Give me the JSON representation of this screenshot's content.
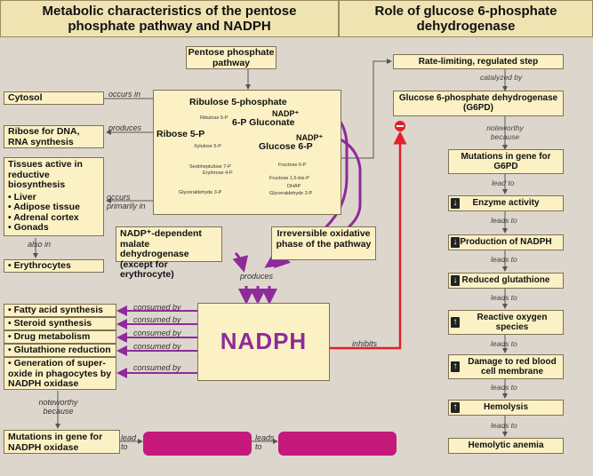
{
  "headers": {
    "left": "Metabolic characteristics of the pentose phosphate pathway and NADPH",
    "right": "Role of glucose 6-phosphate dehydrogenase"
  },
  "pathway_box": {
    "title": "Pentose phosphate pathway"
  },
  "center": {
    "ribulose": "Ribulose 5-phosphate",
    "nadp1": "NADP⁺",
    "gluconate": "6-P Gluconate",
    "nadp2": "NADP⁺",
    "glucose6p": "Glucose 6-P",
    "ribose5p": "Ribose 5-P",
    "small": [
      "Ribulose 5-P",
      "Xylulose 5-P",
      "Sedoheptulose 7-P",
      "Erythrose 4-P",
      "Glyceraldehyde 3-P",
      "Fructose 6-P",
      "Fructose 1,6-bis-P",
      "DHAP",
      "Glyceraldehyde 3-P"
    ]
  },
  "left_boxes": {
    "cytosol": "Cytosol",
    "ribose": "Ribose for DNA, RNA synthesis",
    "tissues_title": "Tissues active in reductive biosynthesis",
    "tissues": [
      "Liver",
      "Adipose tissue",
      "Adrenal cortex",
      "Gonads"
    ],
    "erythrocytes": "Erythrocytes",
    "uses": [
      "Fatty acid synthesis",
      "Steroid synthesis",
      "Drug metabolism",
      "Glutathione reduction",
      "Generation of super-oxide in phagocytes by NADPH oxidase"
    ],
    "mutations": "Mutations in gene for NADPH oxidase"
  },
  "labels": {
    "occurs_in": "occurs in",
    "produces": "produces",
    "occurs_primarily": "occurs primarily in",
    "also_in": "also in",
    "produces2": "produces",
    "consumed_by": "consumed by",
    "inhibits": "inhibits",
    "noteworthy": "noteworthy because",
    "lead_to": "lead to",
    "leads_to": "leads to"
  },
  "malate_box": "NADP⁺-dependent malate dehydrogenase (except for erythrocyte)",
  "oxidative_box": "Irreversible oxidative phase of the pathway",
  "nadph": "NADPH",
  "right": {
    "rate": "Rate-limiting, regulated step",
    "catalyzed": "catalyzed by",
    "g6pd": "Glucose 6-phosphate dehydrogenase (G6PD)",
    "noteworthy": "noteworthy because",
    "mutations": "Mutations in gene for G6PD",
    "lead_to": "lead to",
    "enzyme": "Enzyme activity",
    "leads_to": "leads to",
    "production": "Production of NADPH",
    "reduced": "Reduced glutathione",
    "ros": "Reactive oxygen species",
    "damage": "Damage to red blood cell membrane",
    "hemolysis": "Hemolysis",
    "anemia": "Hemolytic anemia"
  },
  "colors": {
    "purple": "#8e2a9a",
    "red": "#e0202a",
    "box": "#fbf1c4",
    "background": "#ddd6cd",
    "redaction": "#c4187a"
  }
}
